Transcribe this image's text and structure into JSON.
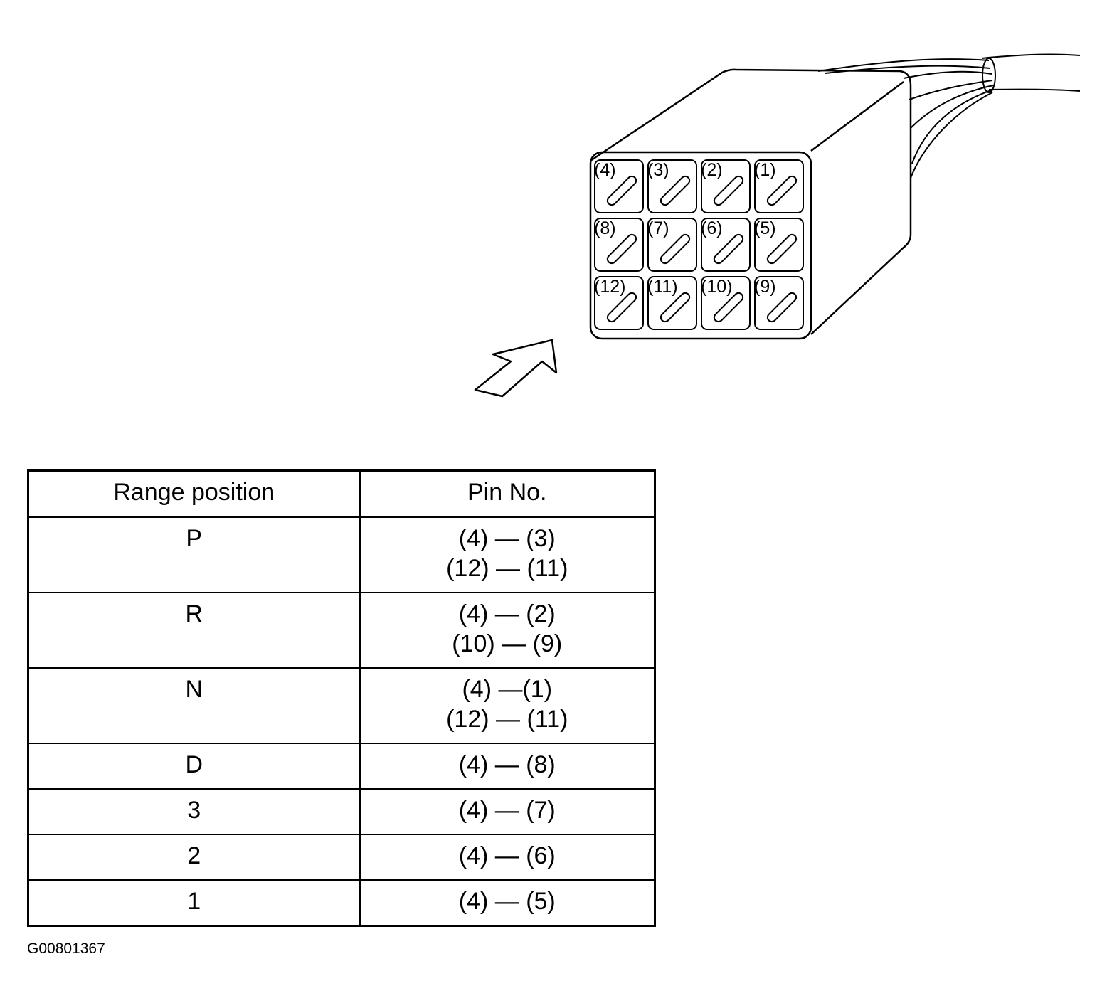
{
  "connector": {
    "pin_labels": [
      [
        "(4)",
        "(3)",
        "(2)",
        "(1)"
      ],
      [
        "(8)",
        "(7)",
        "(6)",
        "(5)"
      ],
      [
        "(12)",
        "(11)",
        "(10)",
        "(9)"
      ]
    ]
  },
  "table": {
    "headers": [
      "Range position",
      "Pin No."
    ],
    "rows": [
      {
        "position": "P",
        "pins": [
          "(4) — (3)",
          "(12) — (11)"
        ]
      },
      {
        "position": "R",
        "pins": [
          "(4) — (2)",
          "(10) — (9)"
        ]
      },
      {
        "position": "N",
        "pins": [
          "(4) —(1)",
          "(12) — (11)"
        ]
      },
      {
        "position": "D",
        "pins": [
          "(4) — (8)"
        ]
      },
      {
        "position": "3",
        "pins": [
          "(4) — (7)"
        ]
      },
      {
        "position": "2",
        "pins": [
          "(4) — (6)"
        ]
      },
      {
        "position": "1",
        "pins": [
          "(4) — (5)"
        ]
      }
    ]
  },
  "figure_id": "G00801367"
}
